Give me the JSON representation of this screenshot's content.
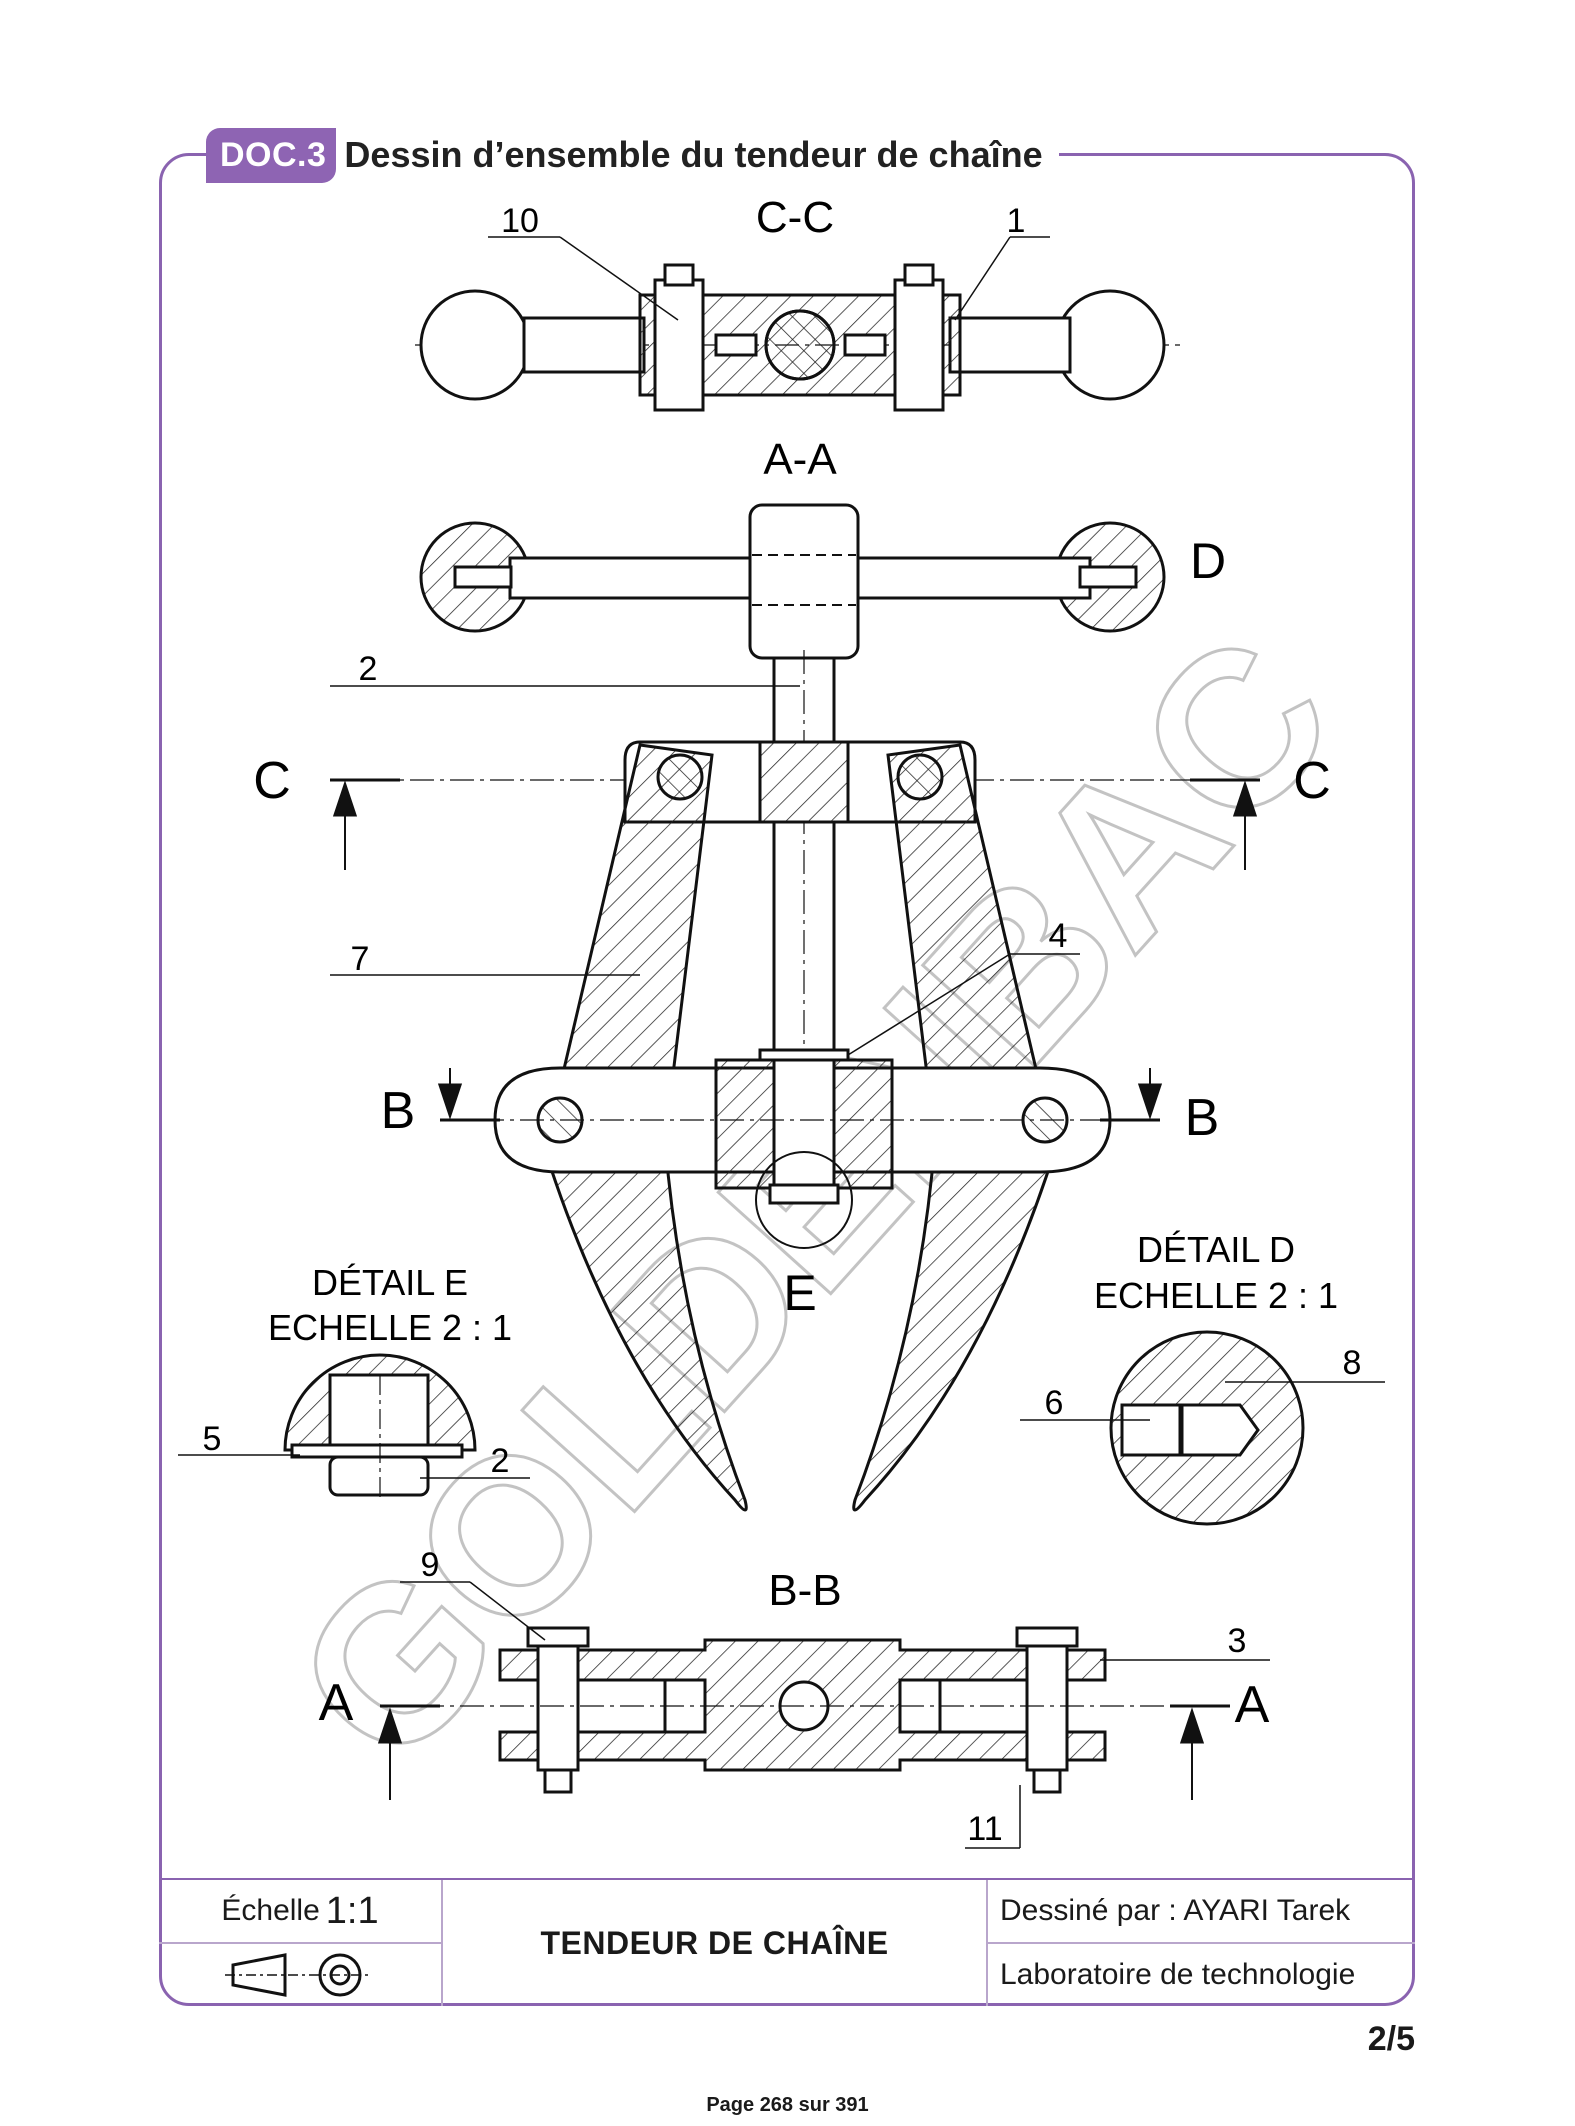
{
  "header": {
    "badge": "DOC.3",
    "title": "Dessin d’ensemble du tendeur de chaîne"
  },
  "views": {
    "section_cc": "C-C",
    "section_aa": "A-A",
    "section_bb": "B-B",
    "cut_c": "C",
    "cut_b": "B",
    "cut_a": "A",
    "detail_d_marker": "D",
    "detail_e_marker": "E"
  },
  "details": {
    "detail_e_title": "DÉTAIL E",
    "detail_e_scale": "ECHELLE 2 : 1",
    "detail_d_title": "DÉTAIL D",
    "detail_d_scale": "ECHELLE 2 : 1"
  },
  "part_numbers": {
    "p1": "1",
    "p2": "2",
    "p3": "3",
    "p4": "4",
    "p5": "5",
    "p6": "6",
    "p7": "7",
    "p8": "8",
    "p9": "9",
    "p10": "10",
    "p11": "11"
  },
  "watermark": "GOLDENBAC",
  "title_block": {
    "scale_label": "Échelle",
    "scale_value": "1:1",
    "drawing_title": "TENDEUR DE CHAÎNE",
    "drawn_by": "Dessiné par : AYARI Tarek",
    "lab": "Laboratoire de technologie"
  },
  "page_fraction": "2/5",
  "footer": "Page 268 sur 391",
  "colors": {
    "frame": "#8a63b0",
    "badge": "#8e64b3",
    "line": "#111111"
  }
}
